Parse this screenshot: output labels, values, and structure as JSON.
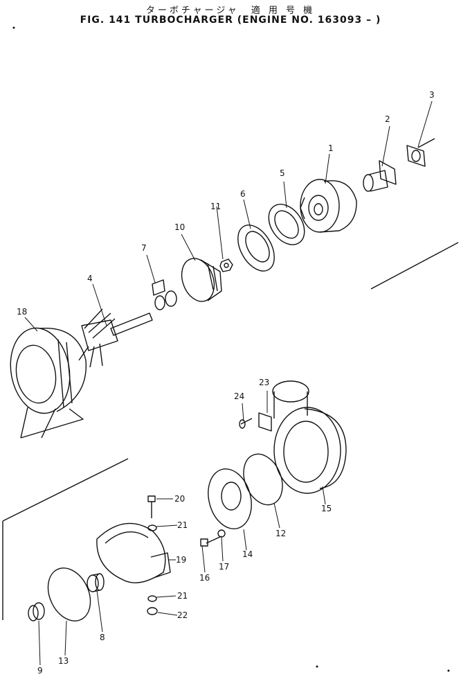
{
  "header": {
    "title_jp": "ターボチャージャ　適 用 号 機",
    "title_en": "FIG. 141  TURBOCHARGER (ENGINE NO. 163093 –  )"
  },
  "parts": [
    {
      "no": "1"
    },
    {
      "no": "2"
    },
    {
      "no": "3"
    },
    {
      "no": "4"
    },
    {
      "no": "5"
    },
    {
      "no": "6"
    },
    {
      "no": "7"
    },
    {
      "no": "8"
    },
    {
      "no": "9"
    },
    {
      "no": "10"
    },
    {
      "no": "11"
    },
    {
      "no": "12"
    },
    {
      "no": "13"
    },
    {
      "no": "14"
    },
    {
      "no": "15"
    },
    {
      "no": "16"
    },
    {
      "no": "17"
    },
    {
      "no": "18"
    },
    {
      "no": "19"
    },
    {
      "no": "20"
    },
    {
      "no": "21"
    },
    {
      "no": "21"
    },
    {
      "no": "22"
    },
    {
      "no": "23"
    },
    {
      "no": "24"
    }
  ]
}
